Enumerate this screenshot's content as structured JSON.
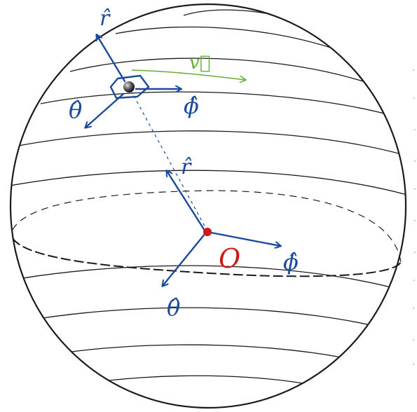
{
  "colors": {
    "sphere": "#1a1a1a",
    "vectors": "#1a4a9c",
    "velocity": "#66b032",
    "origin": "#d01818"
  },
  "labels": {
    "r_hat_top": "r̂",
    "theta_hat_top": "θ̂",
    "phi_hat_top": "ϕ̂",
    "velocity": "v⃗",
    "r_hat_origin": "r̂",
    "origin": "O",
    "phi_hat_origin": "ϕ̂",
    "theta_hat_origin": "θ̂"
  }
}
